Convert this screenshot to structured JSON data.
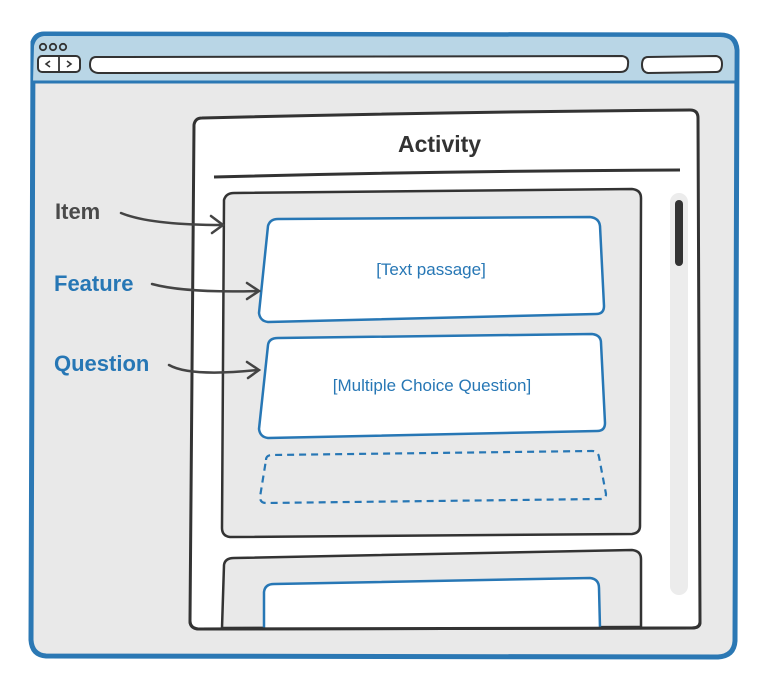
{
  "activity": {
    "title": "Activity"
  },
  "annotations": {
    "item": "Item",
    "feature": "Feature",
    "question": "Question"
  },
  "boxes": {
    "text_passage": "[Text passage]",
    "multiple_choice": "[Multiple Choice Question]"
  },
  "colors": {
    "frame_border": "#2b78b4",
    "titlebar_fill": "#b9d6e6",
    "window_fill": "#e9e9e9",
    "ink": "#333333",
    "accent_blue": "#2777b5",
    "card_fill": "#ffffff"
  },
  "icons": {
    "window_controls": "three-dots-icon",
    "nav_buttons": "back-forward-icon"
  }
}
